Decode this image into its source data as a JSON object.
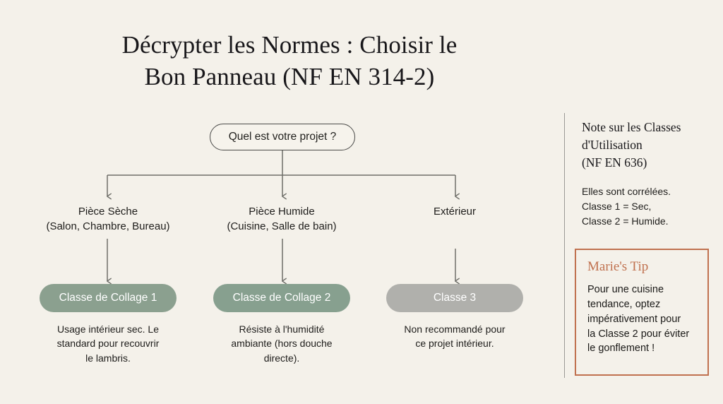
{
  "title": {
    "line1": "Décrypter les Normes : Choisir le",
    "line2": "Bon Panneau (NF EN 314-2)"
  },
  "flow": {
    "root": "Quel est votre projet ?",
    "branches": [
      {
        "label_line1": "Pièce Sèche",
        "label_line2": "(Salon, Chambre, Bureau)",
        "class_label": "Classe de Collage 1",
        "class_color": "#8ba08f",
        "desc_line1": "Usage intérieur sec. Le",
        "desc_line2": "standard pour recouvrir",
        "desc_line3": "le lambris."
      },
      {
        "label_line1": "Pièce Humide",
        "label_line2": "(Cuisine, Salle de bain)",
        "class_label": "Classe de Collage 2",
        "class_color": "#87a08f",
        "desc_line1": "Résiste à l'humidité",
        "desc_line2": "ambiante (hors douche",
        "desc_line3": "directe)."
      },
      {
        "label_line1": "Extérieur",
        "label_line2": "",
        "class_label": "Classe 3",
        "class_color": "#b0b0ac",
        "desc_line1": "Non recommandé pour",
        "desc_line2": "ce projet intérieur.",
        "desc_line3": ""
      }
    ]
  },
  "sidebar": {
    "note_heading_line1": "Note sur les Classes",
    "note_heading_line2": "d'Utilisation",
    "note_heading_line3": "(NF EN 636)",
    "note_body_line1": "Elles sont corrélées.",
    "note_body_line2": "Classe 1 = Sec,",
    "note_body_line3": "Classe 2 = Humide.",
    "tip_title": "Marie's Tip",
    "tip_line1": "Pour une cuisine",
    "tip_line2": "tendance, optez",
    "tip_line3": "impérativement pour",
    "tip_line4": "la Classe 2 pour éviter",
    "tip_line5": "le gonflement !",
    "tip_border_color": "#c0714f",
    "tip_title_color": "#c0714f"
  },
  "theme": {
    "background": "#f4f1ea",
    "text": "#1c1c1a",
    "connector": "#6e6e69",
    "divider": "#9a9a95"
  }
}
